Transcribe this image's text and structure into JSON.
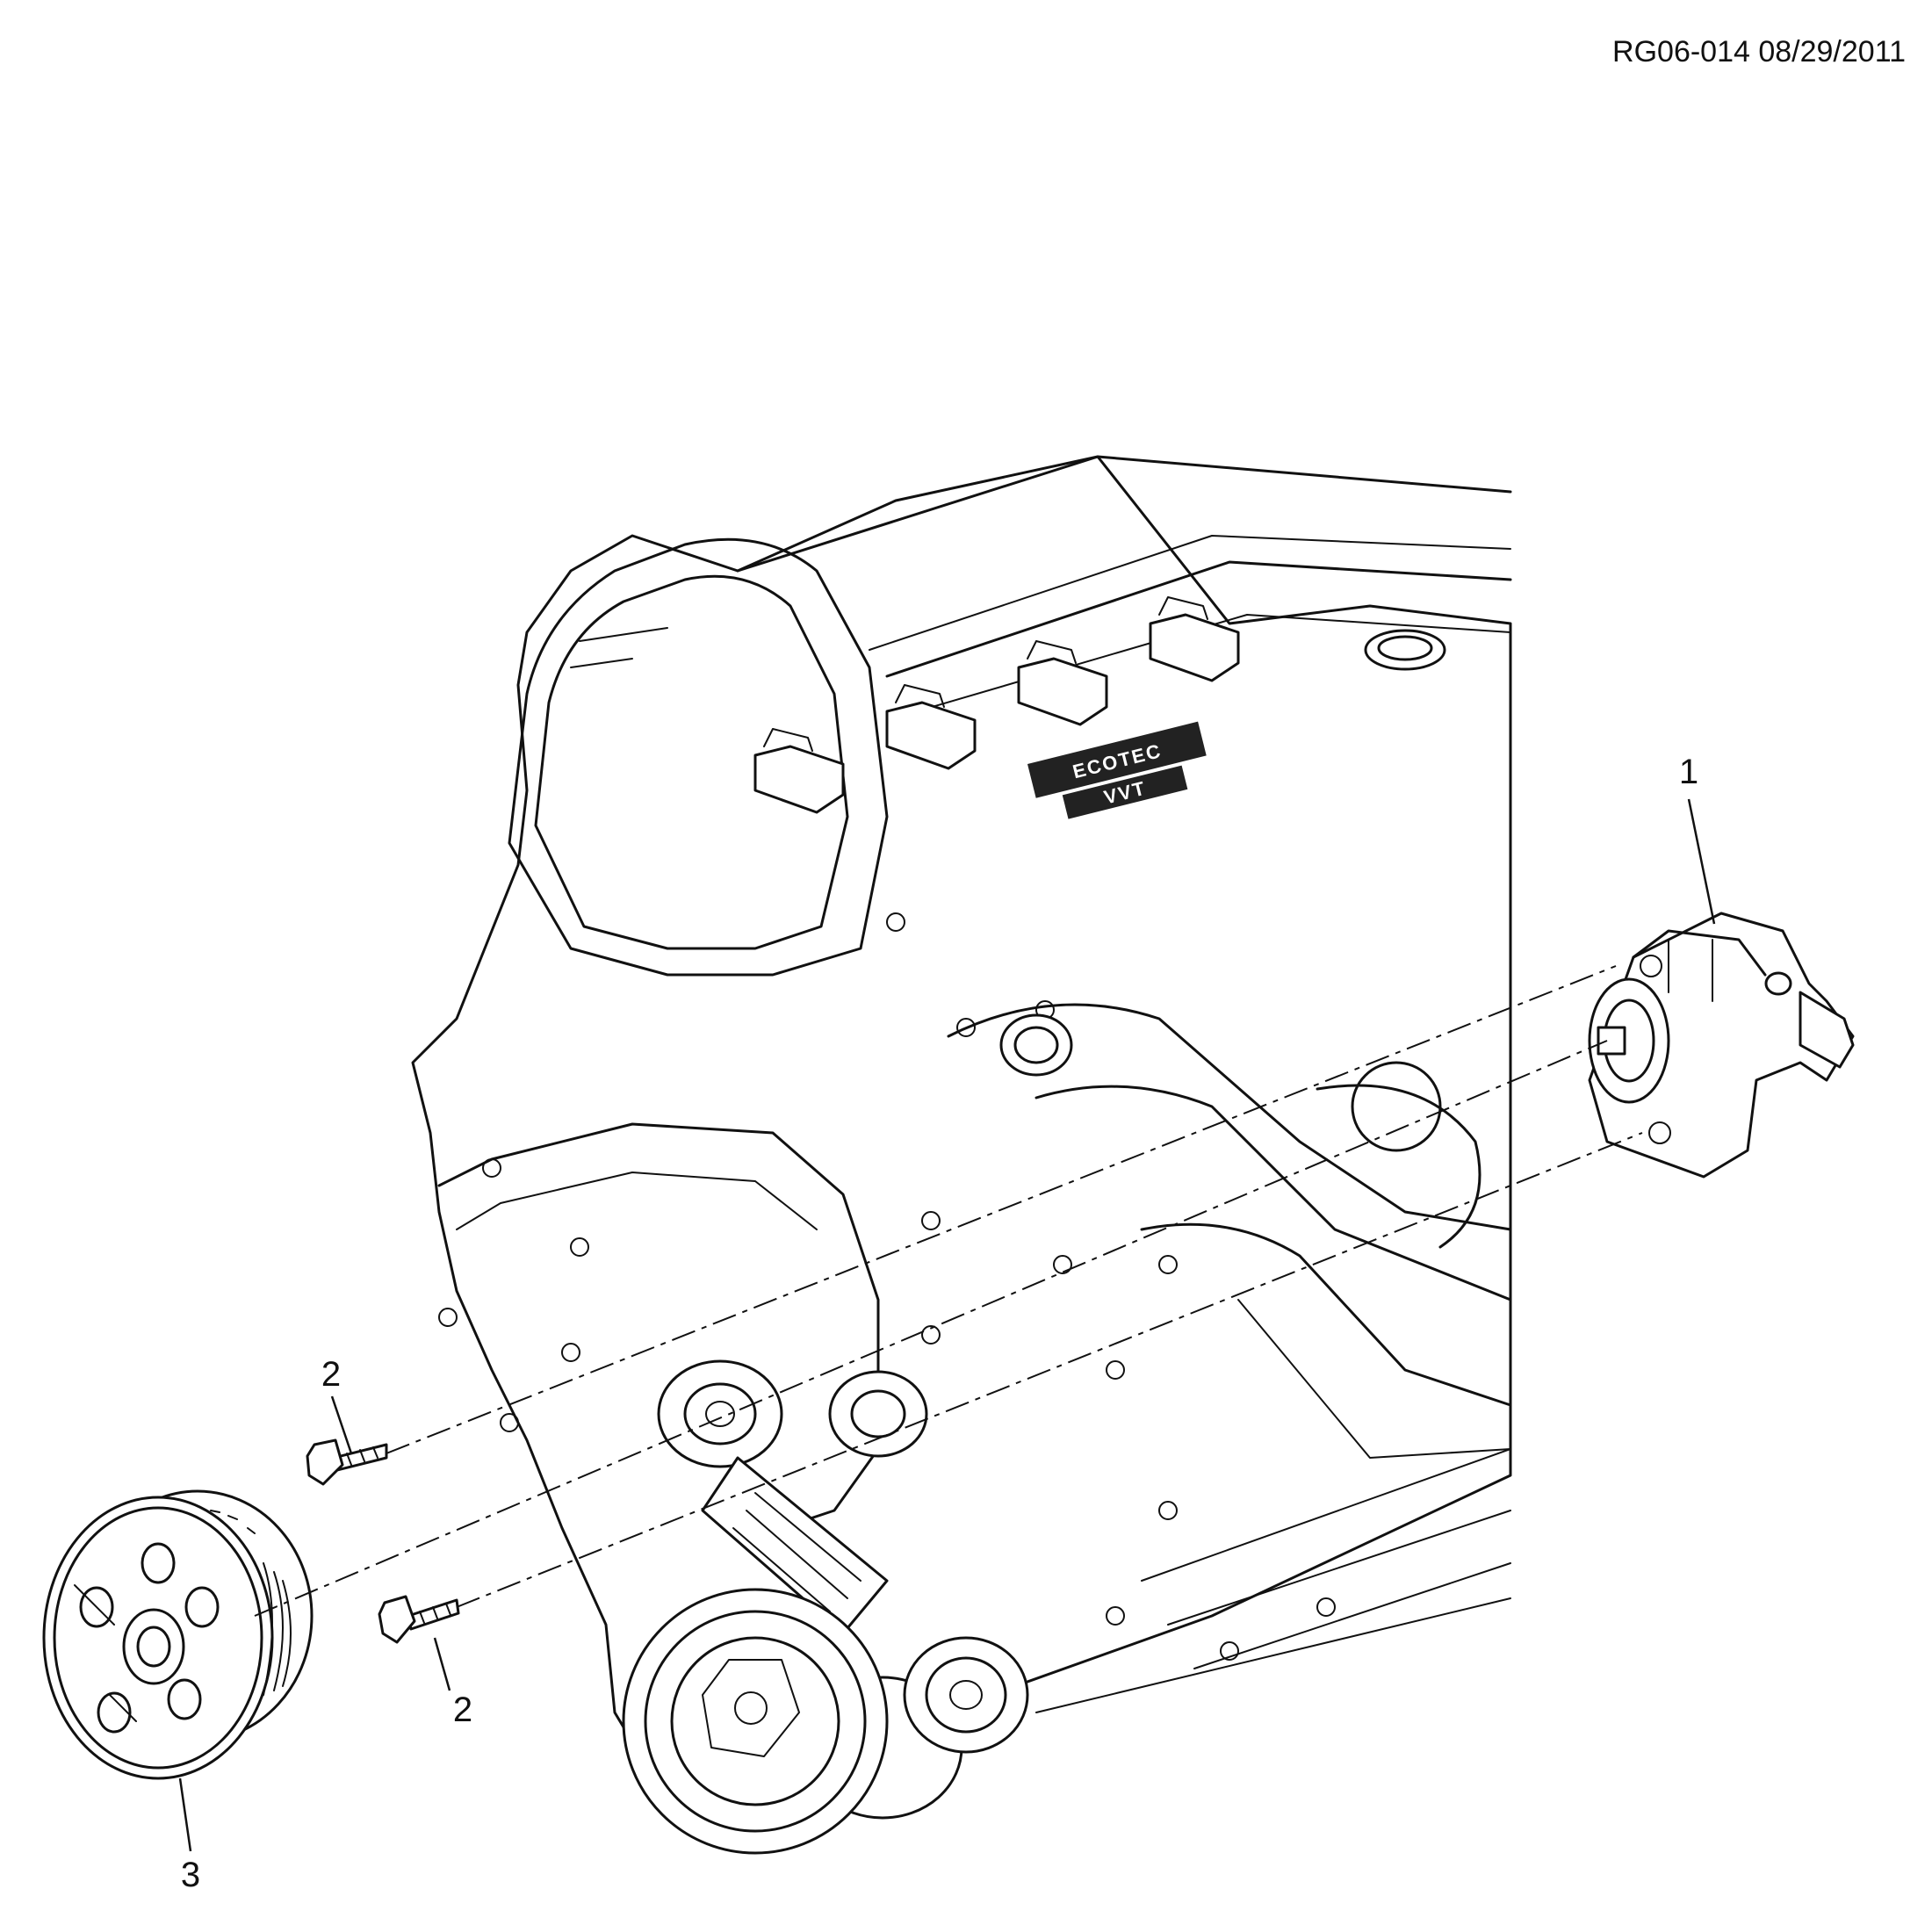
{
  "diagram": {
    "reference_id": "RG06-014 08/29/2011",
    "engine_cover_badge": "ECOTEC",
    "engine_cover_badge_line2": "VVT",
    "callouts": {
      "power_steering_pump": "1",
      "bolt_upper": "2",
      "bolt_lower": "2",
      "pulley": "3"
    }
  }
}
